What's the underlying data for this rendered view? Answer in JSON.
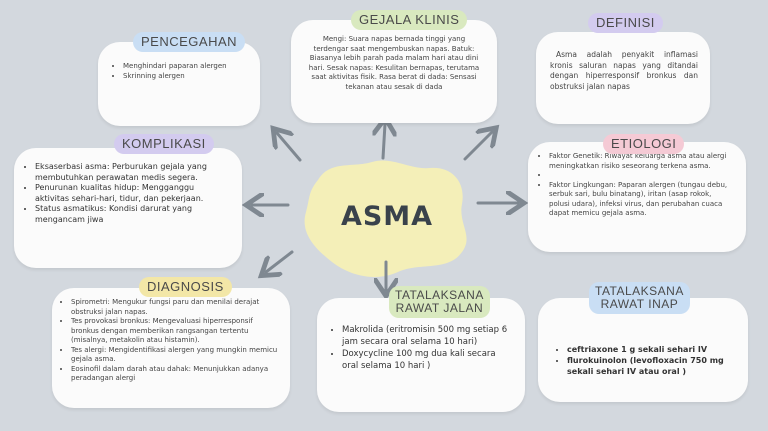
{
  "center": {
    "title": "ASMA"
  },
  "pencegahan": {
    "title": "PENCEGAHAN",
    "items": [
      "Menghindari paparan alergen",
      "Skrinning alergen"
    ]
  },
  "gejala": {
    "title": "GEJALA KLINIS",
    "text": "Mengi: Suara napas bernada tinggi yang terdengar saat mengembuskan napas. Batuk: Biasanya lebih parah pada malam hari atau dini hari. Sesak napas: Kesulitan bernapas, terutama saat aktivitas fisik. Rasa berat di dada: Sensasi tekanan atau sesak di dada"
  },
  "definisi": {
    "title": "DEFINISI",
    "text": "Asma adalah penyakit inflamasi kronis saluran napas yang ditandai dengan hiperresponsif bronkus dan obstruksi jalan napas"
  },
  "komplikasi": {
    "title": "KOMPLIKASI",
    "items": [
      "Eksaserbasi asma: Perburukan gejala yang membutuhkan perawatan medis segera.",
      "Penurunan kualitas hidup: Mengganggu aktivitas sehari-hari, tidur, dan pekerjaan.",
      "Status asmatikus: Kondisi darurat yang mengancam jiwa"
    ]
  },
  "etiologi": {
    "title": "ETIOLOGI",
    "items": [
      "Faktor Genetik: Riwayat keluarga asma atau alergi meningkatkan risiko seseorang terkena asma.",
      "",
      "Faktor Lingkungan: Paparan alergen (tungau debu, serbuk sari, bulu binatang), iritan (asap rokok, polusi udara), infeksi virus, dan perubahan cuaca dapat memicu gejala asma."
    ]
  },
  "diagnosis": {
    "title": "DIAGNOSIS",
    "items": [
      "Spirometri: Mengukur fungsi paru dan menilai derajat obstruksi jalan napas.",
      "Tes provokasi bronkus: Mengevaluasi hiperresponsif bronkus dengan memberikan rangsangan tertentu (misalnya, metakolin atau histamin).",
      "Tes alergi: Mengidentifikasi alergen yang mungkin memicu gejala asma.",
      "Eosinofil dalam darah atau dahak: Menunjukkan adanya peradangan alergi"
    ]
  },
  "rawat_jalan": {
    "title_line1": "TATALAKSANA",
    "title_line2": "RAWAT JALAN",
    "items": [
      "Makrolida (eritromisin 500 mg setiap 6 jam secara oral selama 10 hari)",
      "Doxycycline 100 mg dua kali secara oral selama 10 hari )"
    ]
  },
  "rawat_inap": {
    "title_line1": "TATALAKSANA",
    "title_line2": "RAWAT INAP",
    "items": [
      "ceftriaxone 1 g sekali sehari IV",
      "flurokuinolon (levofloxacin 750 mg sekali sehari IV atau oral )"
    ]
  },
  "colors": {
    "background": "#d3d8de",
    "center_blob": "#f4efb8",
    "arrow": "#7f8891",
    "tag_blue": "#c9def4",
    "tag_green": "#d9e9bf",
    "tag_purple": "#d3cbef",
    "tag_pink": "#f5cad5",
    "tag_yellow": "#f3e7a7"
  }
}
